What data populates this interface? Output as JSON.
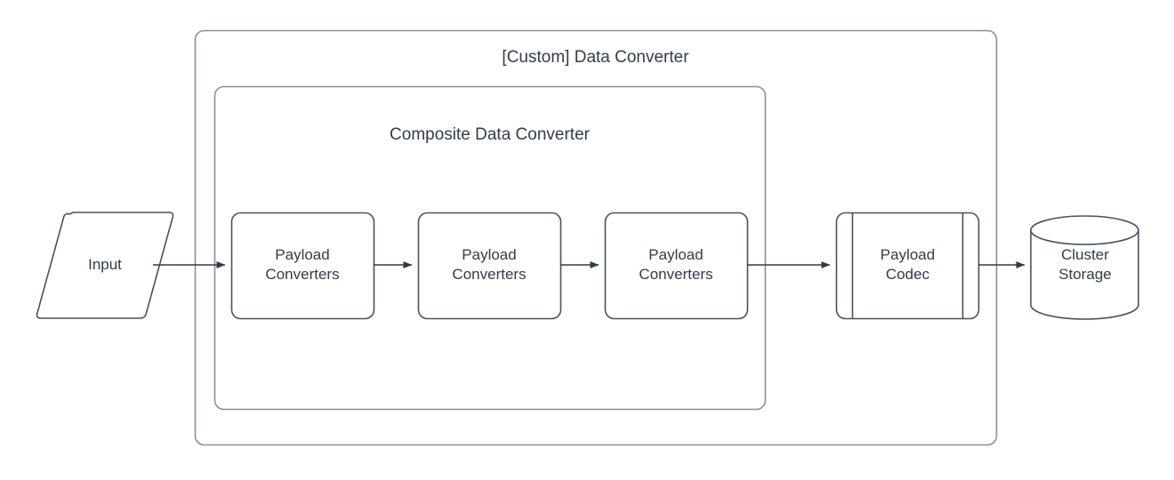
{
  "diagram": {
    "title": "[Custom] Data Converter",
    "background_color": "#ffffff",
    "stroke_color": "#8a8f9a",
    "node_stroke_color": "#4a5161",
    "text_color": "#323b4d",
    "arrow_color": "#323b4d",
    "containers": [
      {
        "id": "custom-data-converter",
        "label": "[Custom] Data Converter",
        "shape": "rounded-rectangle"
      },
      {
        "id": "composite-data-converter",
        "label": "Composite Data Converter",
        "shape": "rounded-rectangle"
      }
    ],
    "nodes": [
      {
        "id": "input",
        "label": "Input",
        "shape": "parallelogram"
      },
      {
        "id": "payload-converters-1",
        "label": "Payload\nConverters",
        "shape": "rounded-rectangle"
      },
      {
        "id": "payload-converters-2",
        "label": "Payload\nConverters",
        "shape": "rounded-rectangle"
      },
      {
        "id": "payload-converters-3",
        "label": "Payload\nConverters",
        "shape": "rounded-rectangle"
      },
      {
        "id": "payload-codec",
        "label": "Payload\nCodec",
        "shape": "process"
      },
      {
        "id": "cluster-storage",
        "label": "Cluster\nStorage",
        "shape": "cylinder"
      }
    ],
    "edges": [
      {
        "id": "edge-input-to-pc1",
        "from": "input",
        "to": "payload-converters-1",
        "arrow": "single"
      },
      {
        "id": "edge-pc1-to-pc2",
        "from": "payload-converters-1",
        "to": "payload-converters-2",
        "arrow": "single"
      },
      {
        "id": "edge-pc2-to-pc3",
        "from": "payload-converters-2",
        "to": "payload-converters-3",
        "arrow": "single"
      },
      {
        "id": "edge-pc3-to-codec",
        "from": "payload-converters-3",
        "to": "payload-codec",
        "arrow": "single"
      },
      {
        "id": "edge-codec-to-storage",
        "from": "payload-codec",
        "to": "cluster-storage",
        "arrow": "single"
      }
    ]
  }
}
